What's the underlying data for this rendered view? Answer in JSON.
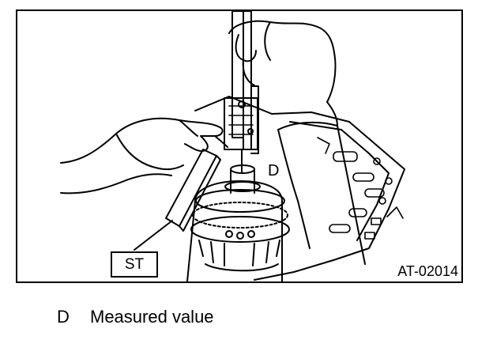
{
  "figure": {
    "tool_callout": "ST",
    "point_callout": "D",
    "figure_id": "AT-02014",
    "depicts": [
      "depth-gauge",
      "hands",
      "transmission-case",
      "valve-body",
      "special-tool-bar"
    ]
  },
  "legend": {
    "items": [
      {
        "key": "D",
        "text": "Measured value"
      }
    ]
  }
}
